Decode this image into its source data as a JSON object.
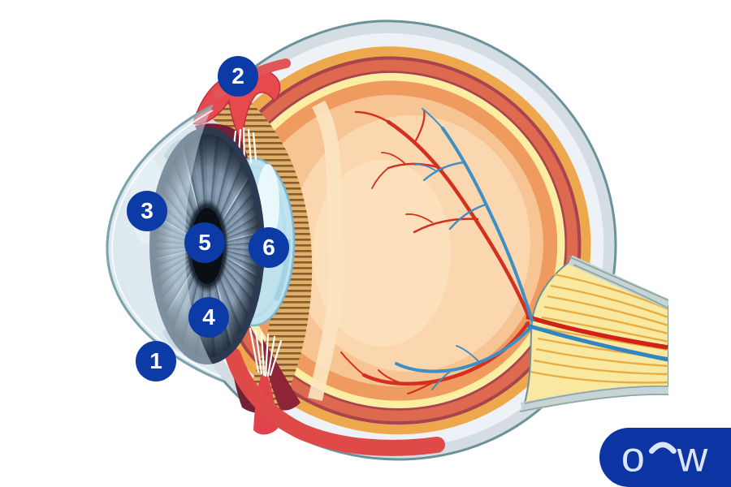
{
  "badges": [
    {
      "number": "1"
    },
    {
      "number": "2"
    },
    {
      "number": "3"
    },
    {
      "number": "4"
    },
    {
      "number": "5"
    },
    {
      "number": "6"
    }
  ],
  "logo": {
    "letter_o": "o",
    "arc_icon": "⌒",
    "letter_w": "w",
    "text": "o⌒w"
  },
  "colors": {
    "badge_blue": "#0c3aa6",
    "logo_blue": "#0d34a3",
    "logo_text": "#dce6f7",
    "sclera_gray": "#d5dde4",
    "sclera_white": "#eef1f5",
    "outline_teal": "#6b9298",
    "choroid_gold": "#eda84d",
    "choroid_maroon": "#a84450",
    "choroid_salmon": "#dd6a4f",
    "retina_yellow": "#fbeea2",
    "retina_orange": "#ef9a5e",
    "vitreous_peach": "#f7c494",
    "iris_blue_gray": "#8ba0b4",
    "iris_rim_navy": "#2c3a51",
    "pupil_black": "#0a0e15",
    "lens_blue": "#bfe2ef",
    "ciliary_red": "#e64a4e",
    "ciliary_body_tan": "#dfb06a",
    "cavity_maroon": "#702136",
    "artery_red": "#d4301f",
    "vein_blue": "#3d8fc6",
    "nerve_yellow": "#f8e8a0"
  }
}
